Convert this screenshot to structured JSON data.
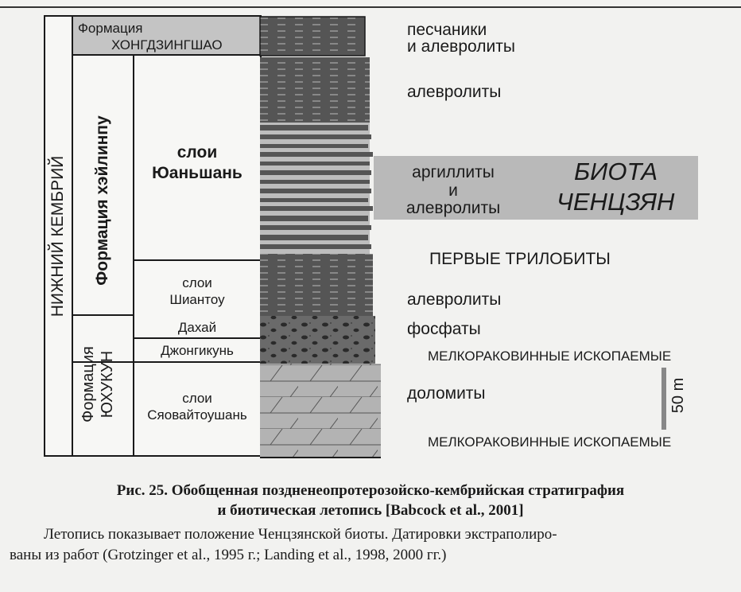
{
  "diagram": {
    "era_label": "НИЖНИЙ КЕМБРИЙ",
    "formations": {
      "hong_top": "Формация",
      "hong_bottom": "ХОНГДЗИНГШАО",
      "heilinpu": "Формация хэйлинпу",
      "yuhukun_1": "Формация",
      "yuhukun_2": "ЮХУКУН"
    },
    "layers": {
      "yuanshan_1": "слои",
      "yuanshan_2": "Юаньшань",
      "shiantou_1": "слои",
      "shiantou_2": "Шиантоу",
      "dahai": "Дахай",
      "dzhongikun": "Джонгикунь",
      "syaovai_1": "слои",
      "syaovai_2": "Сяовайтоушань"
    },
    "lithology": {
      "sandstone_1": "песчаники",
      "sandstone_2": "и алевролиты",
      "siltstone_top": "алевролиты",
      "argillite_1": "аргиллиты",
      "argillite_2": "и",
      "argillite_3": "алевролиты",
      "siltstone_mid": "алевролиты",
      "phosphate": "фосфаты",
      "dolomite": "доломиты"
    },
    "biota_1": "БИОТА",
    "biota_2": "ЧЕНЦЗЯН",
    "events": {
      "first_trilobites": "ПЕРВЫЕ ТРИЛОБИТЫ",
      "small_shelly_1": "МЕЛКОРАКОВИННЫЕ ИСКОПАЕМЫЕ",
      "small_shelly_2": "МЕЛКОРАКОВИННЫЕ ИСКОПАЕМЫЕ"
    },
    "scale_label": "50 m"
  },
  "caption": {
    "title_line1": "Рис. 25. Обобщенная поздненеопротерозойско-кембрийская стратиграфия",
    "title_line2": "и биотическая летопись [Babcock et al., 2001]",
    "body_line1": "Летопись показывает положение Ченцзянской биоты. Датировки экстраполиро-",
    "body_line2": "ваны из работ (Grotzinger et al., 1995 г.; Landing et al., 1998, 2000 гг.)"
  },
  "colors": {
    "ink": "#1a1a1a",
    "column_dark": "#5a5a5a",
    "column_light": "#b5b5b5",
    "biota_band": "#b9b9b9",
    "scale_bar": "#888888"
  }
}
